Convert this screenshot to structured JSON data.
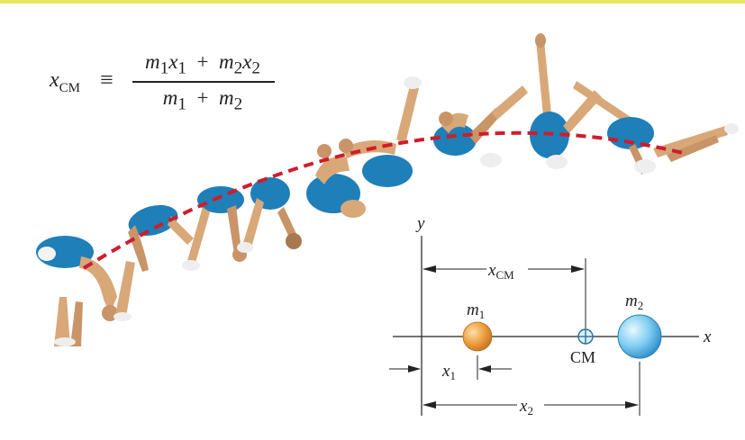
{
  "formula": {
    "lhs_var": "x",
    "lhs_sub": "CM",
    "equiv": "≡",
    "numerator": [
      {
        "var": "m",
        "sub": "1"
      },
      {
        "var": "x",
        "sub": "1"
      },
      {
        "op": "+"
      },
      {
        "var": "m",
        "sub": "2"
      },
      {
        "var": "x",
        "sub": "2"
      }
    ],
    "denominator": [
      {
        "var": "m",
        "sub": "1"
      },
      {
        "op": "+"
      },
      {
        "var": "m",
        "sub": "2"
      }
    ]
  },
  "diagram": {
    "y_axis": "y",
    "x_axis": "x",
    "mass1": {
      "var": "m",
      "sub": "1",
      "color": "#f0a040"
    },
    "mass2": {
      "var": "m",
      "sub": "2",
      "color": "#6ec4ef"
    },
    "cm_label": "CM",
    "dim_xcm": {
      "var": "x",
      "sub": "CM"
    },
    "dim_x1": {
      "var": "x",
      "sub": "1"
    },
    "dim_x2": {
      "var": "x",
      "sub": "2"
    }
  },
  "colors": {
    "trajectory": "#d01c2a",
    "suit": "#1f7fb8",
    "skin": "#d8a878",
    "accent_bar": "#e8e860"
  }
}
